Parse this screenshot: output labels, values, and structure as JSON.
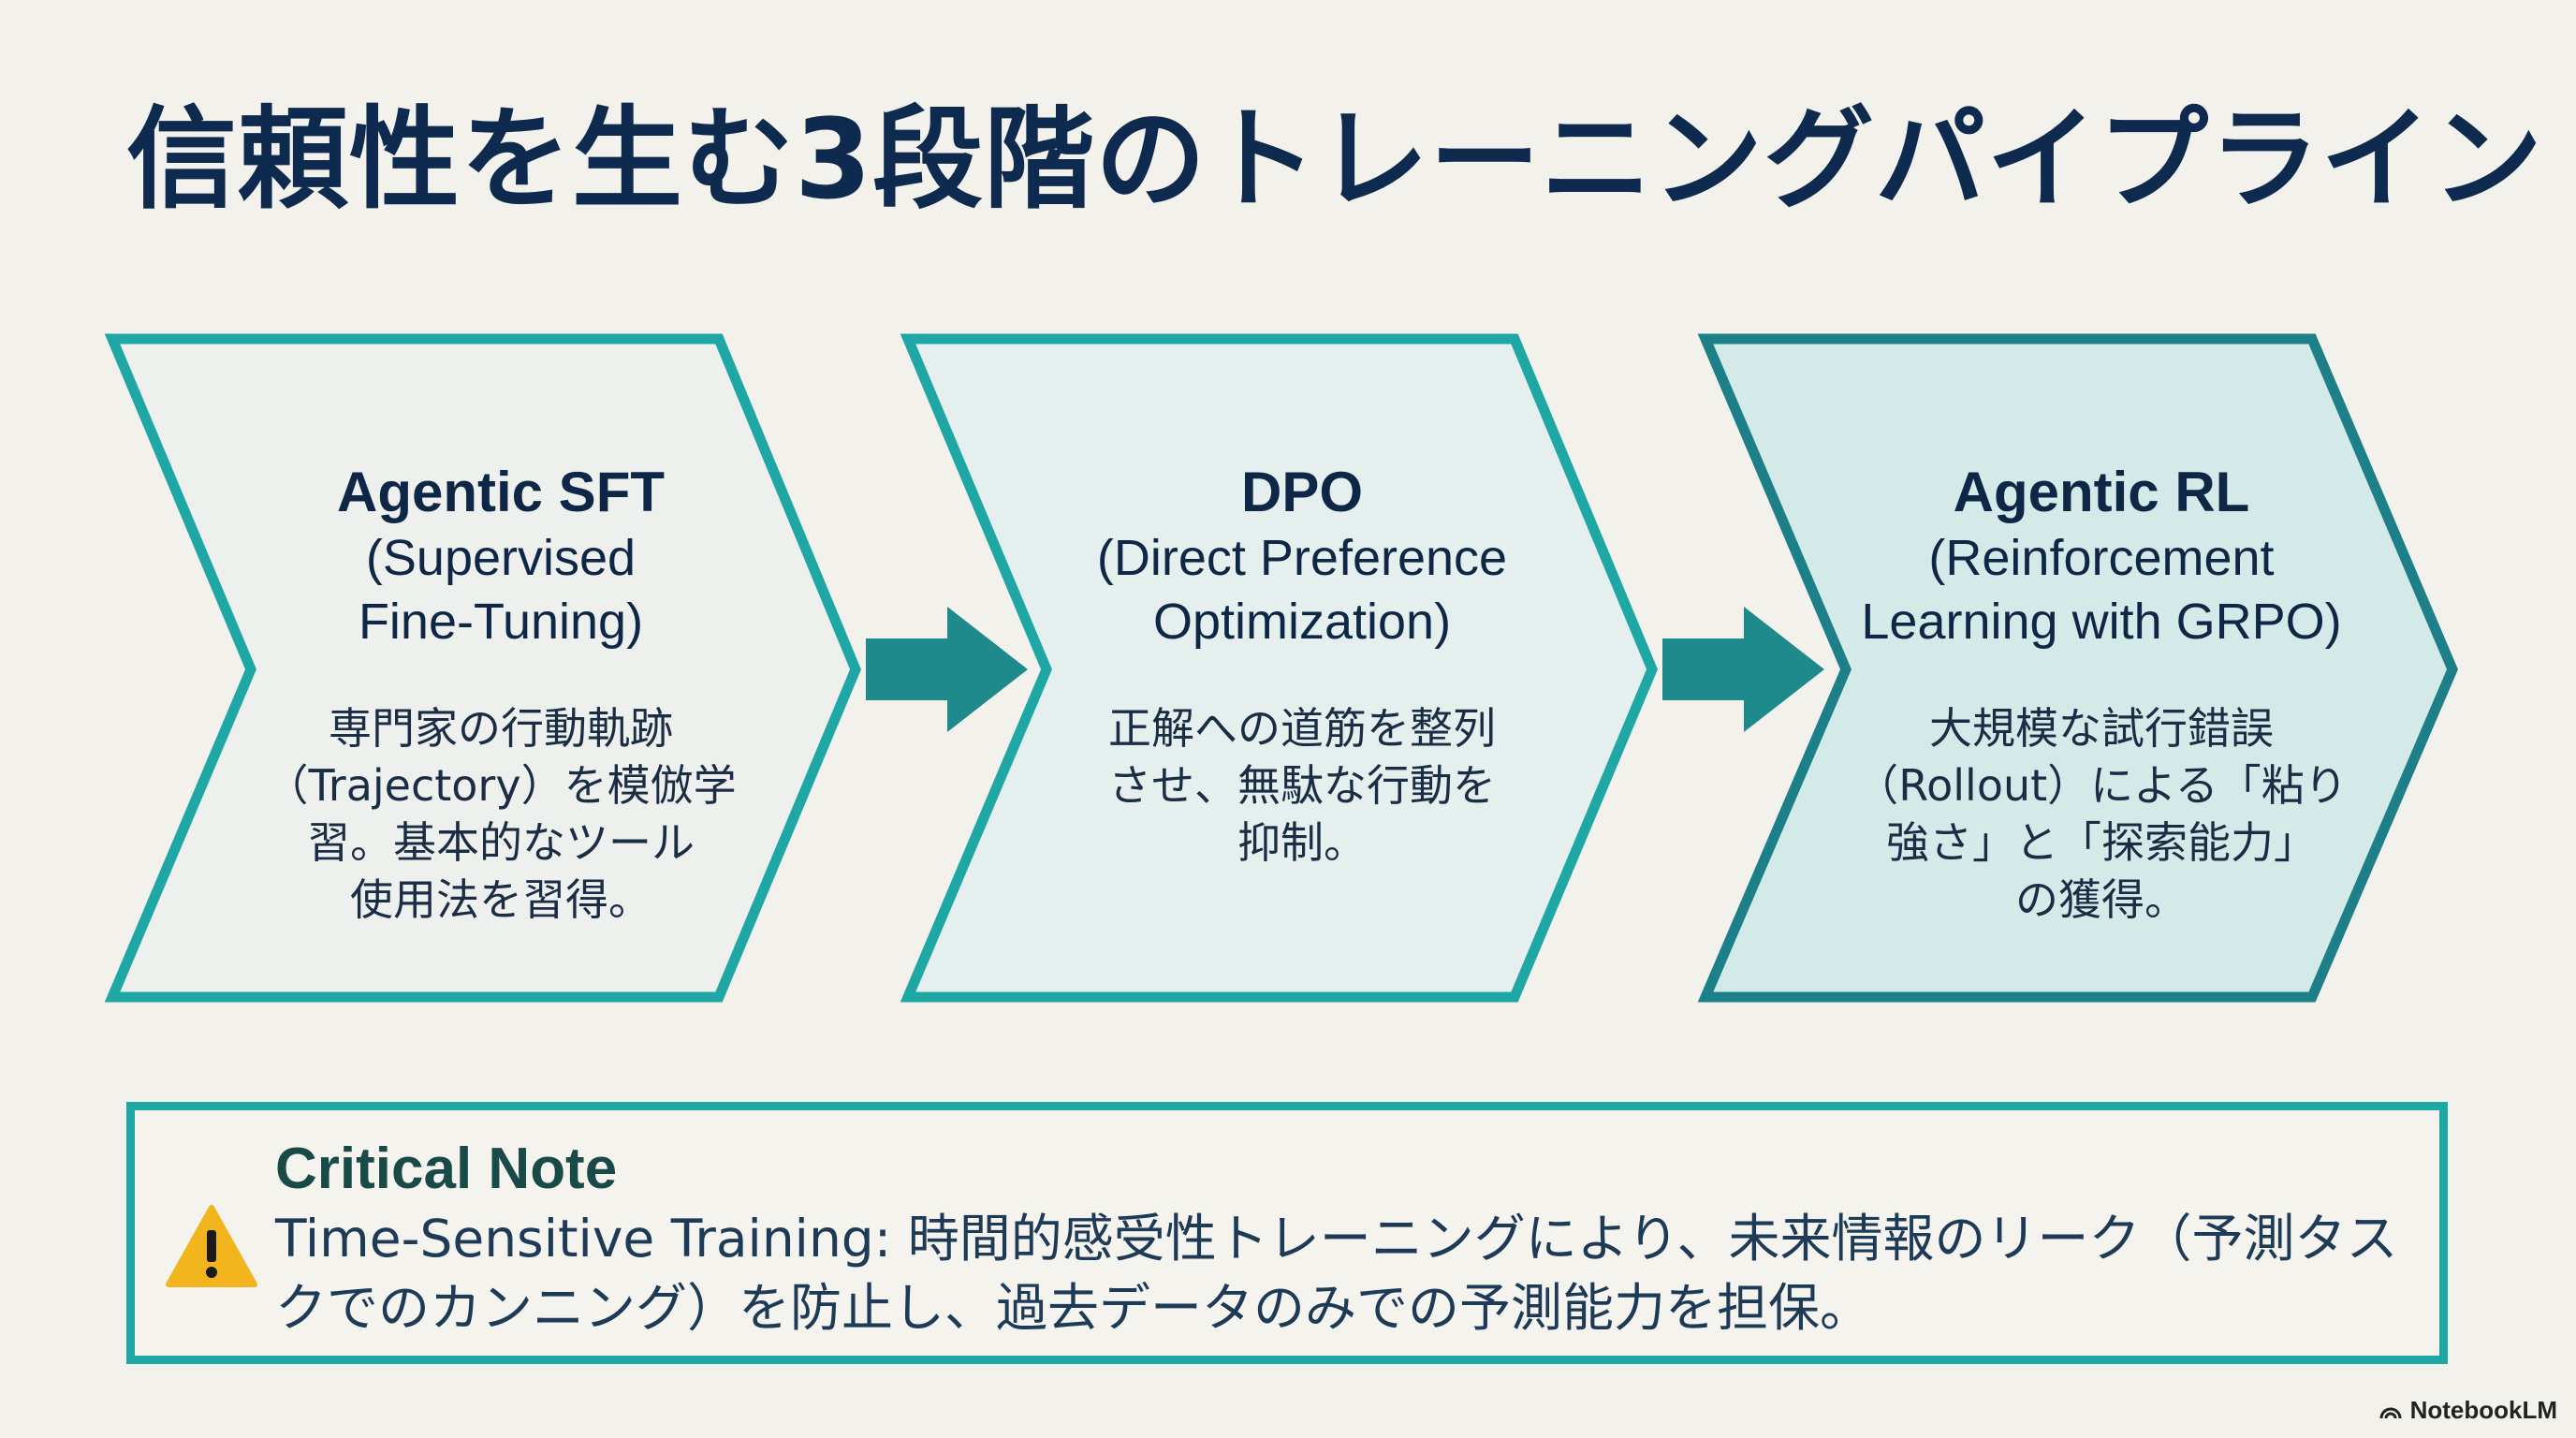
{
  "title": "信頼性を生む3段階のトレーニングパイプライン",
  "stages": [
    {
      "name": "Agentic SFT",
      "subtitle": "(Supervised\nFine-Tuning)",
      "description": "専門家の行動軌跡\n（Trajectory）を模倣学\n習。基本的なツール\n使用法を習得。"
    },
    {
      "name": "DPO",
      "subtitle": "(Direct Preference\nOptimization)",
      "description": "正解への道筋を整列\nさせ、無駄な行動を\n抑制。"
    },
    {
      "name": "Agentic RL",
      "subtitle": "(Reinforcement\nLearning with GRPO)",
      "description": "大規模な試行錯誤\n（Rollout）による「粘り\n強さ」と「探索能力」\nの獲得。"
    }
  ],
  "note": {
    "title": "Critical Note",
    "body": "Time-Sensitive Training: 時間的感受性トレーニングにより、未来情報のリーク（予測タスクでのカンニング）を防止し、過去データのみでの予測能力を担保。",
    "icon": "warning-icon"
  },
  "watermark": "NotebookLM",
  "colors": {
    "teal": "#1fa7a5",
    "dark_teal": "#1d7f87",
    "arrow": "#1e8a8c",
    "title": "#0f2a4f",
    "warning": "#f2b51d"
  }
}
